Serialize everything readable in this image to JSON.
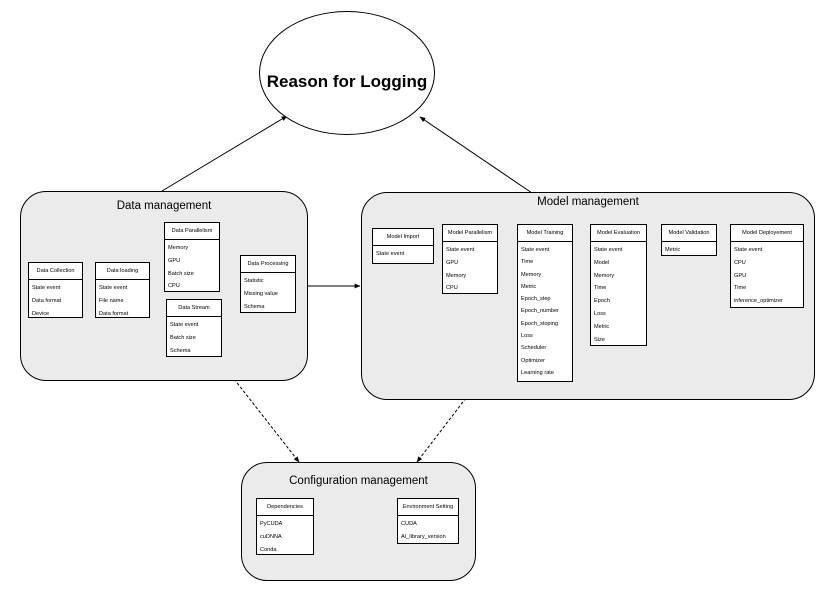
{
  "root": {
    "title": "Reason for Logging"
  },
  "data_management": {
    "title": "Data management",
    "boxes": [
      {
        "title": "Data Collection",
        "items": [
          "State event",
          "Data format",
          "Device"
        ]
      },
      {
        "title": "Data  loading",
        "items": [
          "State event",
          "File name",
          "Data format"
        ]
      },
      {
        "title": "Data Parallelism",
        "items": [
          "Memory",
          "GPU",
          "Batch  size",
          "CPU"
        ]
      },
      {
        "title": "Data  Stream",
        "items": [
          "State event",
          "Batch  size",
          "Schema"
        ]
      },
      {
        "title": "Data Processing",
        "items": [
          "Statistic",
          "Missing value",
          "Schema"
        ]
      }
    ]
  },
  "model_management": {
    "title": "Model management",
    "boxes": [
      {
        "title": "Model Import",
        "items": [
          "State event"
        ]
      },
      {
        "title": "Model Parallelism",
        "items": [
          "State event",
          "GPU",
          "Memory",
          "CPU"
        ]
      },
      {
        "title": "Model Training",
        "items": [
          "State event",
          "Time",
          "Memory",
          "Metric",
          "Epoch_step",
          "Epoch_number",
          "Epoch_stoping",
          "Loss",
          "Scheduler",
          "Optimizer",
          "Learning rate"
        ]
      },
      {
        "title": "Model Evaluation",
        "items": [
          "State event",
          "Model",
          "Memory",
          "Time",
          "Epoch",
          "Loss",
          "Metric",
          "Size"
        ]
      },
      {
        "title": "Model Validation",
        "items": [
          "Metric"
        ]
      },
      {
        "title": "Model  Deployement",
        "items": [
          "State event",
          "CPU",
          "GPU",
          "Time",
          "inference_optimizer"
        ]
      }
    ]
  },
  "configuration_management": {
    "title": "Configuration management",
    "boxes": [
      {
        "title": "Dependencies",
        "items": [
          "PyCUDA",
          "cuDNNA",
          "Conda"
        ]
      },
      {
        "title": "Environment Setting",
        "items": [
          "CUDA",
          "AI_library_version"
        ]
      }
    ]
  }
}
